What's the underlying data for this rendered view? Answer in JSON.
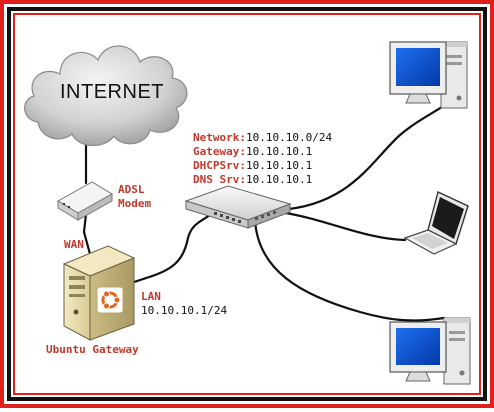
{
  "colors": {
    "outer_border": "#e0201c",
    "inner_border": "#111111",
    "label_red": "#c0392b",
    "cable": "#111111",
    "screen_blue": "#0a4fc8",
    "ubuntu_orange": "#e2661f"
  },
  "internet": {
    "label": "INTERNET"
  },
  "modem": {
    "label_line1": "ADSL",
    "label_line2": "Modem"
  },
  "gateway": {
    "wan_label": "WAN",
    "lan_label": "LAN",
    "lan_ip": "10.10.10.1/24",
    "name": "Ubuntu Gateway"
  },
  "switch_info": {
    "network": {
      "key": "Network:",
      "value": "10.10.10.0/24"
    },
    "gateway": {
      "key": "Gateway:",
      "value": "10.10.10.1"
    },
    "dhcp": {
      "key": "DHCPSrv:",
      "value": "10.10.10.1"
    },
    "dns": {
      "key": "DNS Srv:",
      "value": "10.10.10.1"
    }
  },
  "icons": {
    "cloud": "cloud-icon",
    "modem": "modem-icon",
    "server": "server-tower-icon",
    "ubuntu": "ubuntu-logo-icon",
    "switch": "network-switch-icon",
    "desktop": "desktop-computer-icon",
    "laptop": "laptop-icon"
  }
}
